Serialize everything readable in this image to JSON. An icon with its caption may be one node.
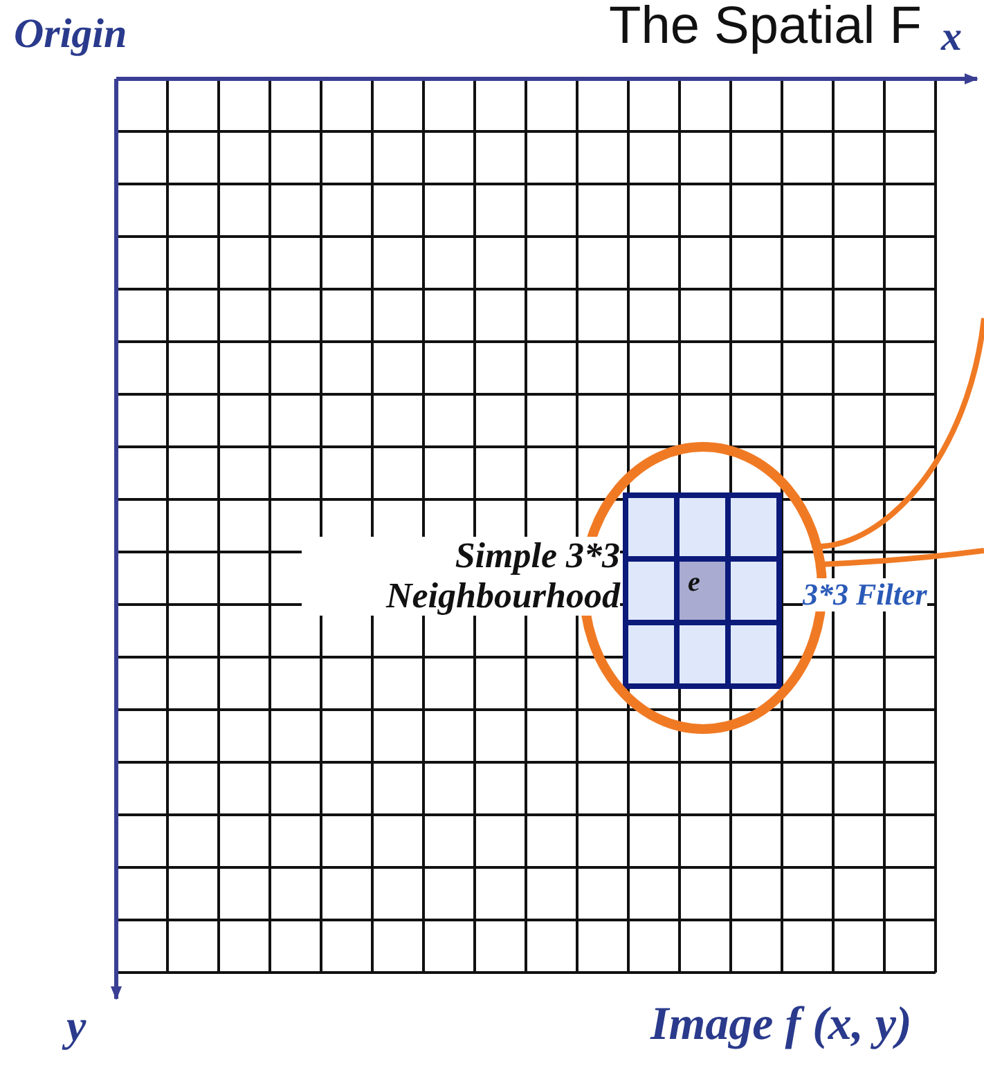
{
  "diagram": {
    "title": "The Spatial F",
    "labels": [
      "Origin",
      "x",
      "Simple 3*3 Neighbourhood",
      "e",
      "3*3 Filter",
      "y",
      "Image f (x, y)"
    ]
  }
}
